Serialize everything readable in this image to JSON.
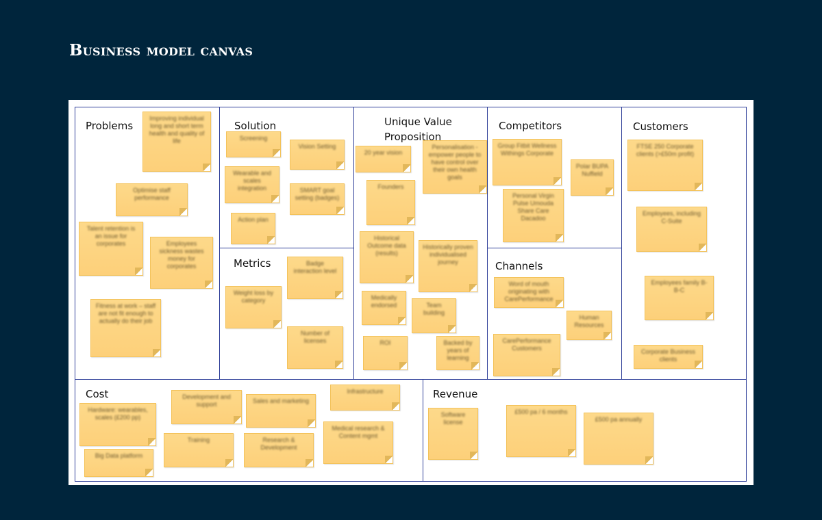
{
  "title": "Business model canvas",
  "sections": {
    "problems": "Problems",
    "solution": "Solution",
    "metrics": "Metrics",
    "uvp": "Unique Value Proposition",
    "competitors": "Competitors",
    "channels": "Channels",
    "customers": "Customers",
    "cost": "Cost",
    "revenue": "Revenue"
  },
  "notes": {
    "problems": [
      "Improving individual long and short term health and quality of life",
      "Optimise staff performance",
      "Talent retention is an issue for corporates",
      "Employees sickness wastes money for corporates",
      "Fitness at work – staff are not fit enough to actually do their job"
    ],
    "solution": [
      "Screening",
      "Vision Setting",
      "Wearable and scales integration",
      "SMART goal setting (badges)",
      "Action plan"
    ],
    "metrics": [
      "Badge interaction level",
      "Weight loss by category",
      "Number of licenses"
    ],
    "uvp": [
      "20 year vision",
      "Personalisation - empower people to have control over their own health goals",
      "Founders",
      "Historical Outcome data (results)",
      "Historically proven individualised journey",
      "Medically endorsed",
      "Team building",
      "ROI",
      "Backed by years of learning"
    ],
    "competitors": [
      "Group Fitbit Wellness Withings Corporate",
      "Polar BUPA Nuffield",
      "Personal Virgin Pulse Umouda Share Care Dacadoo"
    ],
    "channels": [
      "Word of mouth originating with CarePerformance",
      "Human Resources",
      "CarePerformance Customers"
    ],
    "customers": [
      "FTSE 250 Corporate clients (>£50m profit)",
      "Employees, including C-Suite",
      "Employees family B-B-C",
      "Corporate Business clients"
    ],
    "cost": [
      "Hardware: wearables, scales (£200 pp)",
      "Big Data platform",
      "Development and support",
      "Sales and marketing",
      "Infrastructure",
      "Training",
      "Research & Development",
      "Medical research & Content mgmt"
    ],
    "revenue": [
      "Software license",
      "£500 pa / 6 months",
      "£500 pa annually"
    ]
  }
}
